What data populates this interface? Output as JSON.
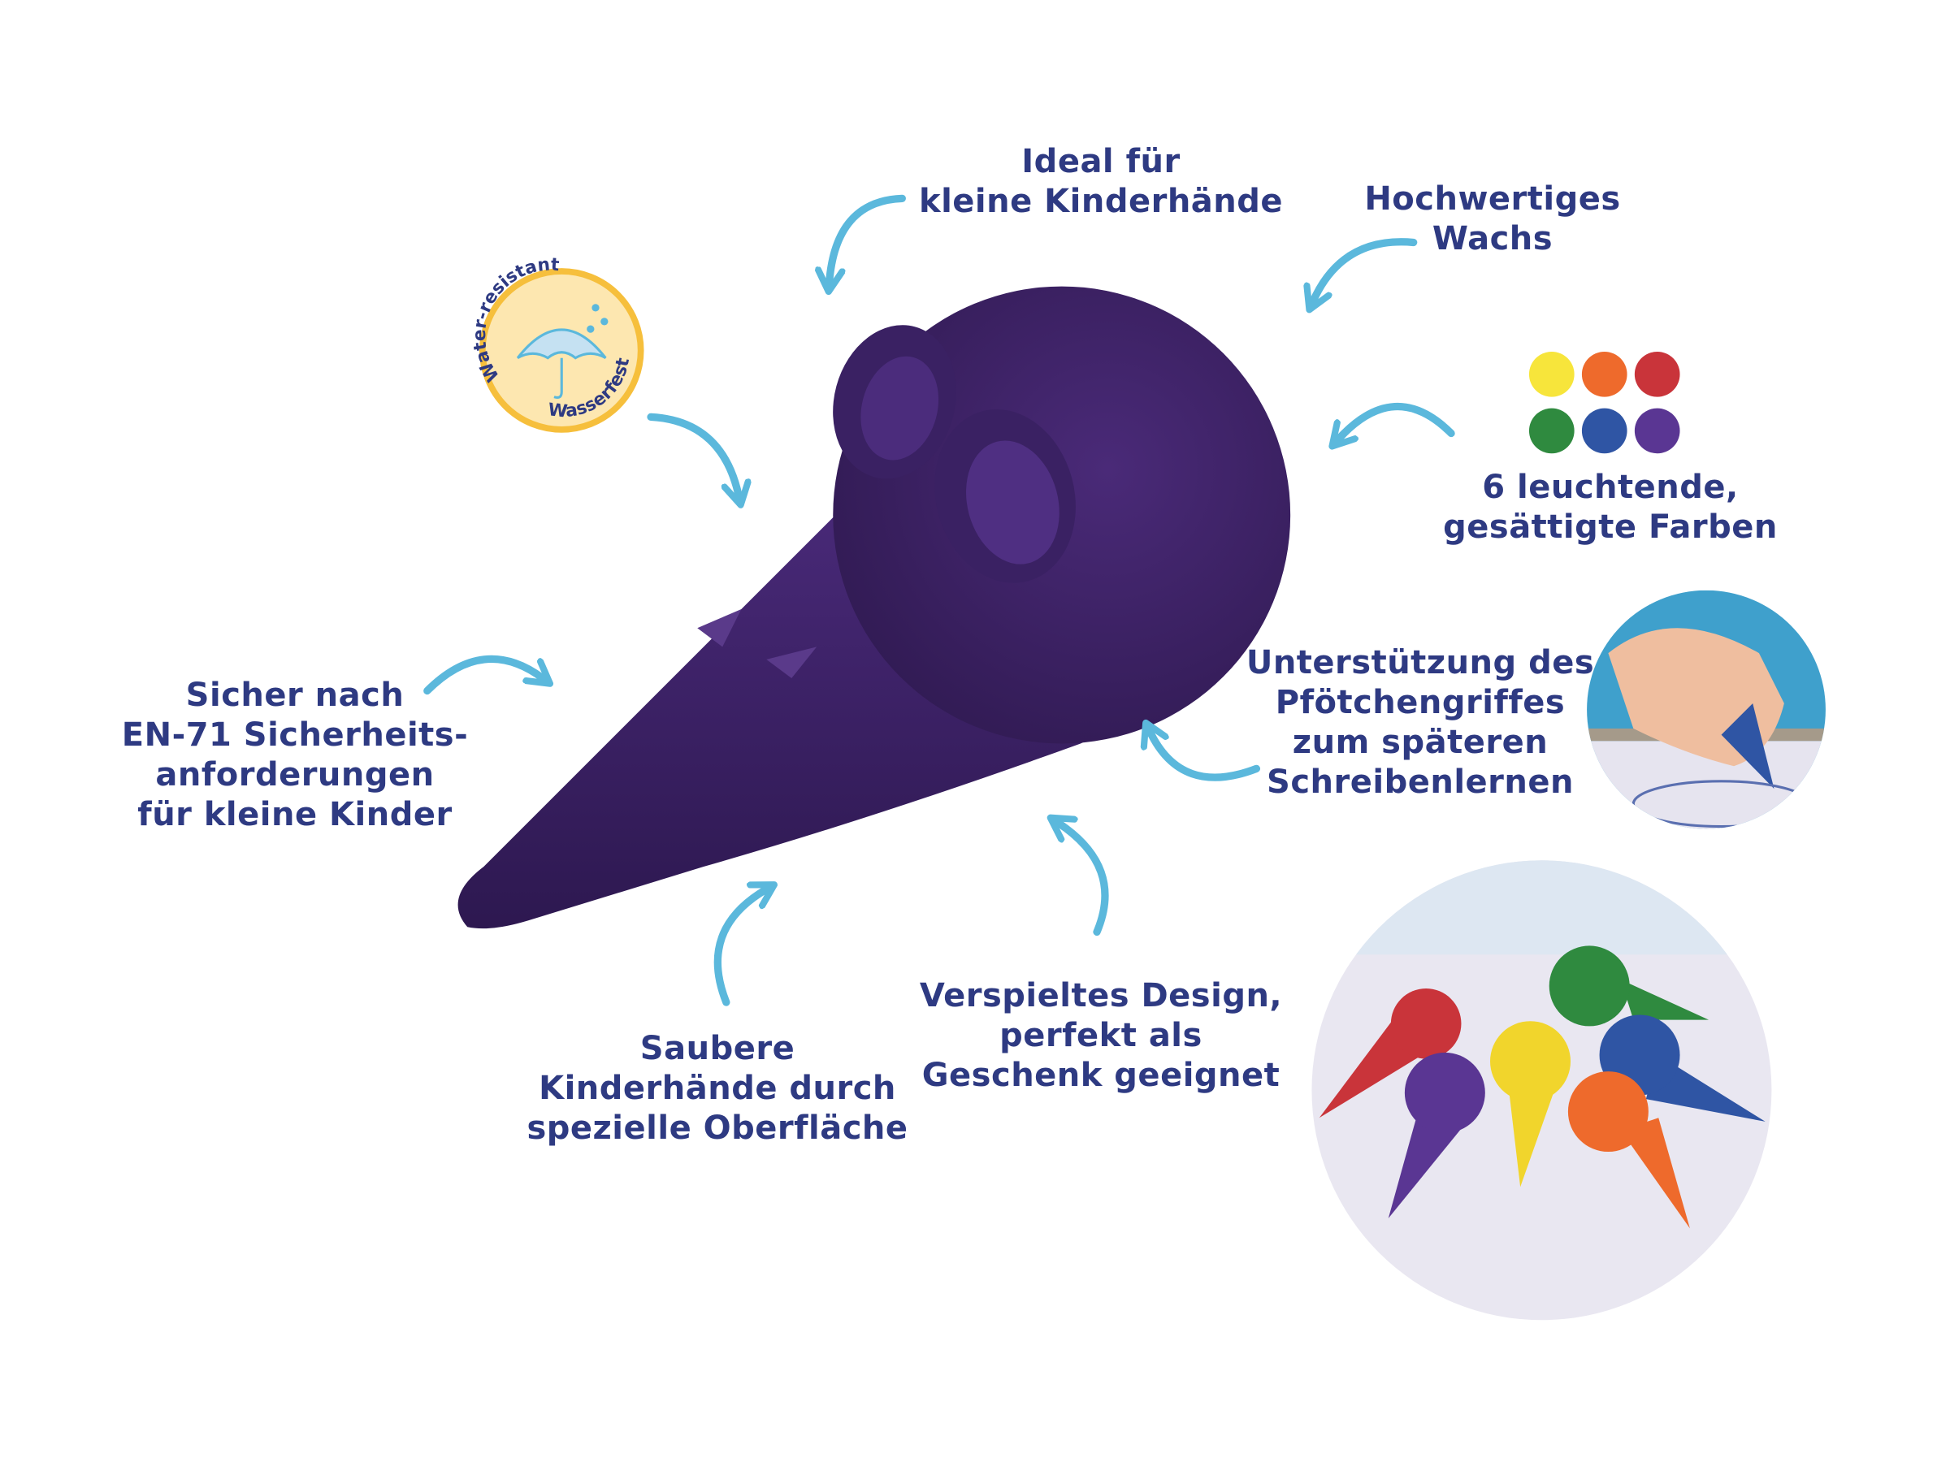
{
  "badge": {
    "top_text": "Water-resistant",
    "bottom_text": "Wasserfest",
    "icon": "umbrella-icon"
  },
  "features": {
    "ideal": [
      "Ideal für",
      "kleine Kinderhände"
    ],
    "wax": [
      "Hochwertiges",
      "Wachs"
    ],
    "colors": [
      "6 leuchtende,",
      "gesättigte Farben"
    ],
    "grip": [
      "Unterstützung des",
      "Pfötchengriffes",
      "zum späteren",
      "Schreibenlernen"
    ],
    "design": [
      "Verspieltes Design,",
      "perfekt als",
      "Geschenk geeignet"
    ],
    "clean": [
      "Saubere",
      "Kinderhände durch",
      "spezielle Oberfläche"
    ],
    "safety": [
      "Sicher nach",
      "EN-71 Sicherheits-",
      "anforderungen",
      "für kleine Kinder"
    ]
  },
  "palette": [
    "#f7e53b",
    "#ee6a2c",
    "#c9343a",
    "#2f8a3f",
    "#2f55a4",
    "#5a3693"
  ],
  "colors": {
    "text": "#2e3a82",
    "arrow": "#5bb8dc",
    "crayon": "#3e2266"
  }
}
